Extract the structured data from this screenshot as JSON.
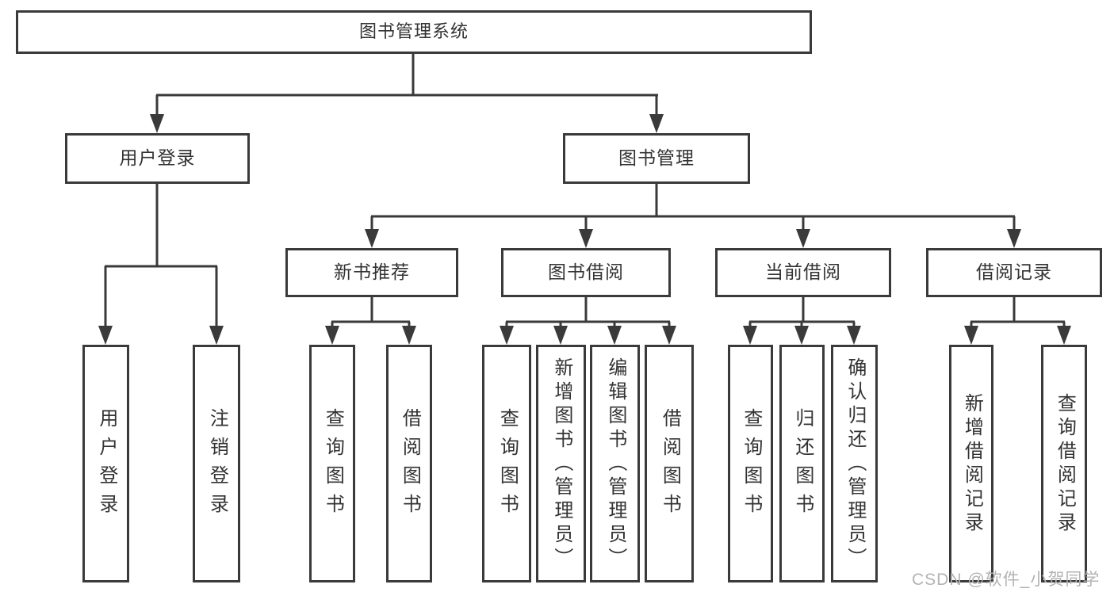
{
  "title": "图书管理系统",
  "branches": {
    "user_login": "用户登录",
    "book_management": "图书管理"
  },
  "sections": {
    "new_book_recommend": "新书推荐",
    "book_borrowing": "图书借阅",
    "current_borrowing": "当前借阅",
    "borrowing_records": "借阅记录"
  },
  "leaves": {
    "user_login": [
      "用户登录",
      "注销登录"
    ],
    "new_book_recommend": [
      "查询图书",
      "借阅图书"
    ],
    "book_borrowing": [
      "查询图书",
      "新增图书（管理员）",
      "编辑图书（管理员）",
      "借阅图书"
    ],
    "current_borrowing": [
      "查询图书",
      "归还图书",
      "确认归还（管理员）"
    ],
    "borrowing_records": [
      "新增借阅记录",
      "查询借阅记录"
    ]
  },
  "watermark": "CSDN @软件_小贺同学",
  "colors": {
    "line": "#3a3a3a",
    "text": "#333333",
    "watermark": "#b3b3b3",
    "background": "#ffffff"
  }
}
